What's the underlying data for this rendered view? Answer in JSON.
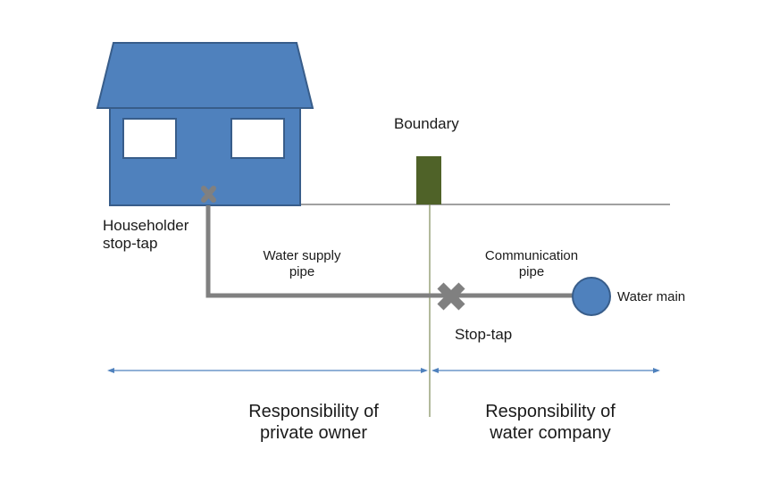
{
  "colors": {
    "house_fill": "#4f81bd",
    "house_stroke": "#385d8a",
    "boundary_post": "#4f6228",
    "pipe": "#808080",
    "ground": "#a0a0a0",
    "arrow": "#4f81bd"
  },
  "labels": {
    "boundary": "Boundary",
    "householder_stoptap_line1": "Householder",
    "householder_stoptap_line2": "stop-tap",
    "supply_pipe_line1": "Water supply",
    "supply_pipe_line2": "pipe",
    "comm_pipe_line1": "Communication",
    "comm_pipe_line2": "pipe",
    "water_main": "Water main",
    "stoptap": "Stop-tap",
    "resp_private_line1": "Responsibility of",
    "resp_private_line2": "private owner",
    "resp_company_line1": "Responsibility of",
    "resp_company_line2": "water company"
  }
}
